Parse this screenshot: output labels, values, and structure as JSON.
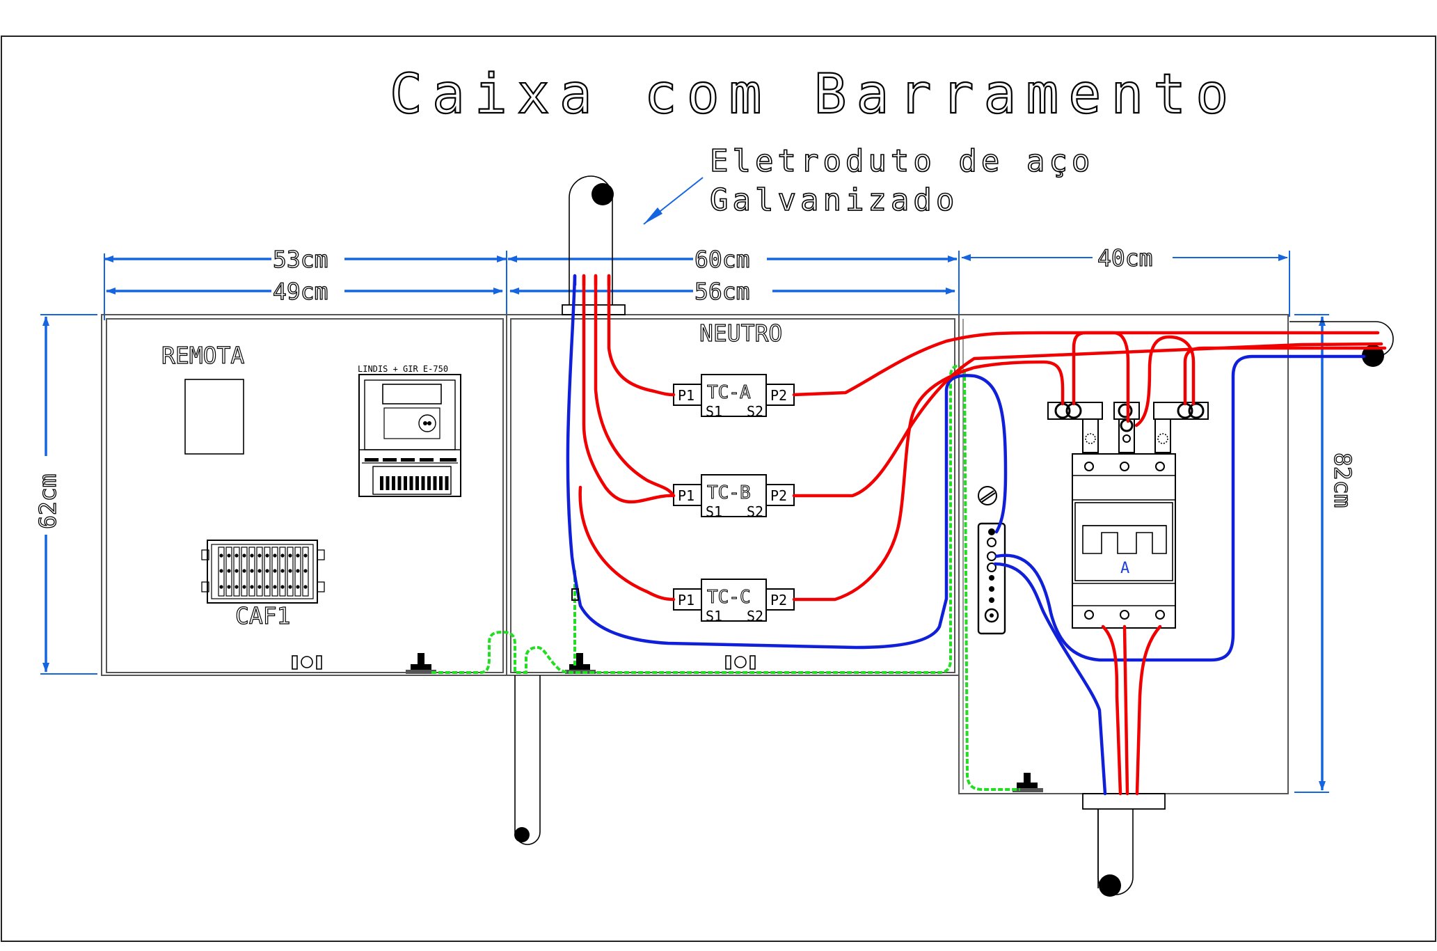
{
  "title": "Caixa com Barramento",
  "note": {
    "line1": "Eletroduto de aço",
    "line2": "Galvanizado"
  },
  "dimensions": {
    "top_outer_left": "53cm",
    "top_inner_left": "49cm",
    "top_outer_middle": "60cm",
    "top_inner_middle": "56cm",
    "top_right": "40cm",
    "left_height": "62cm",
    "right_height": "82cm"
  },
  "labels": {
    "remota": "REMOTA",
    "meter": "LINDIS + GIR  E-750",
    "caf": "CAF1",
    "neutro": "NEUTRO",
    "breaker_letter": "A"
  },
  "transformers": [
    {
      "name": "TC-A",
      "p1": "P1",
      "p2": "P2",
      "s1": "S1",
      "s2": "S2"
    },
    {
      "name": "TC-B",
      "p1": "P1",
      "p2": "P2",
      "s1": "S1",
      "s2": "S2"
    },
    {
      "name": "TC-C",
      "p1": "P1",
      "p2": "P2",
      "s1": "S1",
      "s2": "S2"
    }
  ],
  "colors": {
    "phase_wire": "#f00000",
    "neutral_wire": "#1020d8",
    "ground_wire": "#22dd22",
    "dimension_line": "#1565e0"
  }
}
